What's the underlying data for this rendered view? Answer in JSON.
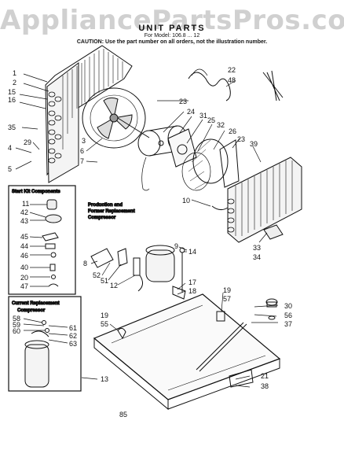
{
  "watermark": "AppliancePartsPros.com",
  "header": {
    "title": "UNIT PARTS",
    "model_line": "For Model: 106.8 ... 12",
    "caution": "CAUTION: Use the part number on all orders, not the illustration number."
  },
  "boxes": {
    "start_kit": "Start Kit Components",
    "current_comp": [
      "Current Replacement",
      "Compressor"
    ],
    "production_comp": [
      "Production and",
      "Former Replacement",
      "Compressor"
    ]
  },
  "callouts": {
    "c1": "1",
    "c2": "2",
    "c15": "15",
    "c16": "16",
    "c35": "35",
    "c29": "29",
    "c4": "4",
    "c5": "5",
    "c6": "6",
    "c7": "7",
    "c3": "3",
    "c23a": "23",
    "c24": "24",
    "c31": "31",
    "c25": "25",
    "c32": "32",
    "c26": "26",
    "c23b": "23",
    "c39": "39",
    "c22": "22",
    "c48": "48",
    "c10": "10",
    "c33": "33",
    "c34": "34",
    "c11": "11",
    "c42": "42",
    "c43": "43",
    "c45": "45",
    "c44": "44",
    "c46": "46",
    "c40": "40",
    "c20": "20",
    "c47": "47",
    "c8": "8",
    "c52": "52",
    "c51": "51",
    "c12": "12",
    "c9": "9",
    "c14": "14",
    "c17": "17",
    "c18": "18",
    "c19a": "19",
    "c57": "57",
    "c30": "30",
    "c56": "56",
    "c37": "37",
    "c19b": "19",
    "c55": "55",
    "c58": "58",
    "c59": "59",
    "c60": "60",
    "c61": "61",
    "c62": "62",
    "c63": "63",
    "c13": "13",
    "c21": "21",
    "c38": "38"
  },
  "page_number": "85"
}
